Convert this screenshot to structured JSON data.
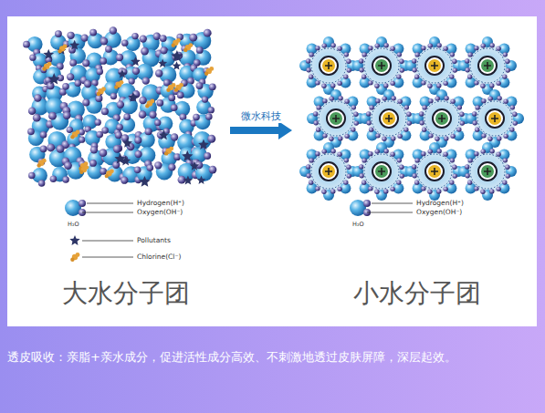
{
  "diagram": {
    "caption": "透皮吸收：亲脂+亲水成分，促进活性成分高效、不刺激地透过皮肤屏障，深层起效。",
    "nodes": [
      {
        "text": [
          "大水分子团"
        ]
      },
      {
        "text": [
          "小水分子团"
        ]
      }
    ],
    "edges": [
      {
        "from": 0,
        "to": 1,
        "arrow": "to",
        "label": "微水科技"
      }
    ],
    "labels": [
      "Hydrogen(H⁺)",
      "Oxygen(OH⁻)",
      "H₂O",
      "Hydrogen(H⁺)",
      "Oxygen(OH⁻)",
      "H₂O"
    ],
    "legend": [
      {
        "text": "Pollutants"
      },
      {
        "text": "Chlorine(Cl⁻)"
      }
    ]
  }
}
